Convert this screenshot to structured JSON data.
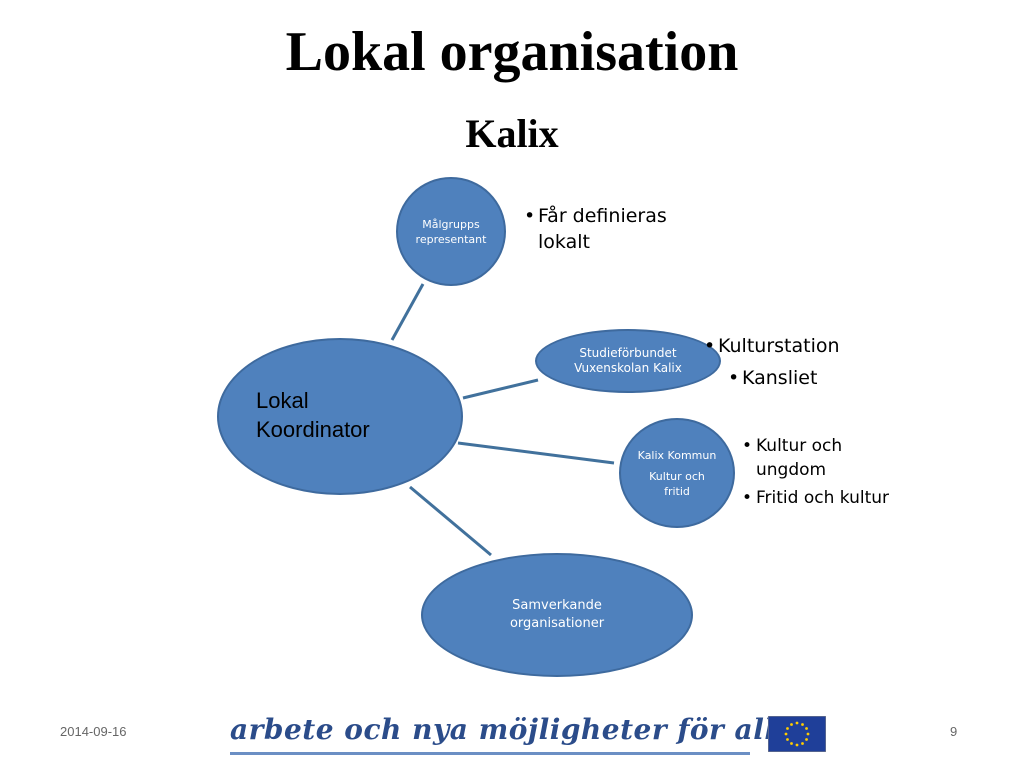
{
  "slide": {
    "title": "Lokal organisation",
    "subtitle": "Kalix",
    "date": "2014-09-16",
    "page_number": "9",
    "footer_logo_text": "arbete och nya möjligheter för alla",
    "colors": {
      "node_fill": "#4f81bd",
      "node_border": "#3e6a9e",
      "connector": "#41719c"
    }
  },
  "diagram": {
    "center": {
      "label_line1": "Lokal",
      "label_line2": "Koordinator"
    },
    "nodes": [
      {
        "label_lines": [
          "Målgrupps",
          "representant"
        ],
        "bullets": [
          "Får definieras lokalt"
        ]
      },
      {
        "label_lines": [
          "Studieförbundet",
          "Vuxenskolan Kalix"
        ],
        "bullets": [
          "Kulturstation",
          "Kansliet"
        ]
      },
      {
        "label_lines": [
          "Kalix Kommun",
          "Kultur och",
          "fritid"
        ],
        "bullets": [
          "Kultur och ungdom",
          "Fritid och kultur"
        ]
      },
      {
        "label_lines": [
          "Samverkande",
          "organisationer"
        ],
        "bullets": []
      }
    ]
  }
}
